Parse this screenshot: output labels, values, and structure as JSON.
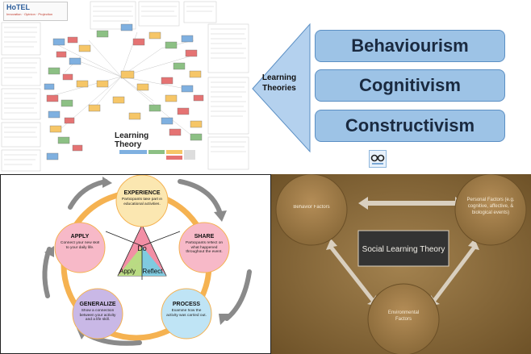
{
  "mindmap": {
    "logo_title": "HoTEL",
    "logo_subtitle": "Innovation · Opinion · Projection",
    "title": "Learning Theory"
  },
  "theories": {
    "label": "Learning Theories",
    "items": [
      "Behaviourism",
      "Cognitivism",
      "Constructivism"
    ],
    "colors": {
      "box": "#9dc3e6",
      "border": "#5b8fc4",
      "arrow": "#b4d1ee"
    }
  },
  "cycle": {
    "stages": [
      {
        "title": "EXPERIENCE",
        "text": "Participants take part in educational activities."
      },
      {
        "title": "SHARE",
        "text": "Participants reflect on what happened throughout the event."
      },
      {
        "title": "PROCESS",
        "text": "Examine how the activity was carried out."
      },
      {
        "title": "GENERALIZE",
        "text": "Show a connection between your activity and a life skill."
      },
      {
        "title": "APPLY",
        "text": "Connect your new skill to your daily life."
      }
    ],
    "center": {
      "top": "Do",
      "left": "Apply",
      "right": "Reflect"
    },
    "colors": {
      "ring": "#f5b251",
      "experience": "#fbe7b1",
      "share": "#f7b9c8",
      "process": "#bfe4f5",
      "generalize": "#c9b8e6",
      "apply": "#f7b9c8",
      "do": "#f28fa5",
      "apply_tri": "#b9db83",
      "reflect": "#7fcbe0"
    }
  },
  "social_learning": {
    "title": "Social Learning Theory",
    "nodes": {
      "behavior": "Behavior Factors",
      "personal": "Personal Factors (e.g. cognitive, affective, & biological events)",
      "environmental": "Environmental Factors"
    },
    "colors": {
      "background": "#8a6a3a",
      "node": "#a37d4a",
      "box": "#333333",
      "arrow": "#d9cfbf"
    }
  }
}
